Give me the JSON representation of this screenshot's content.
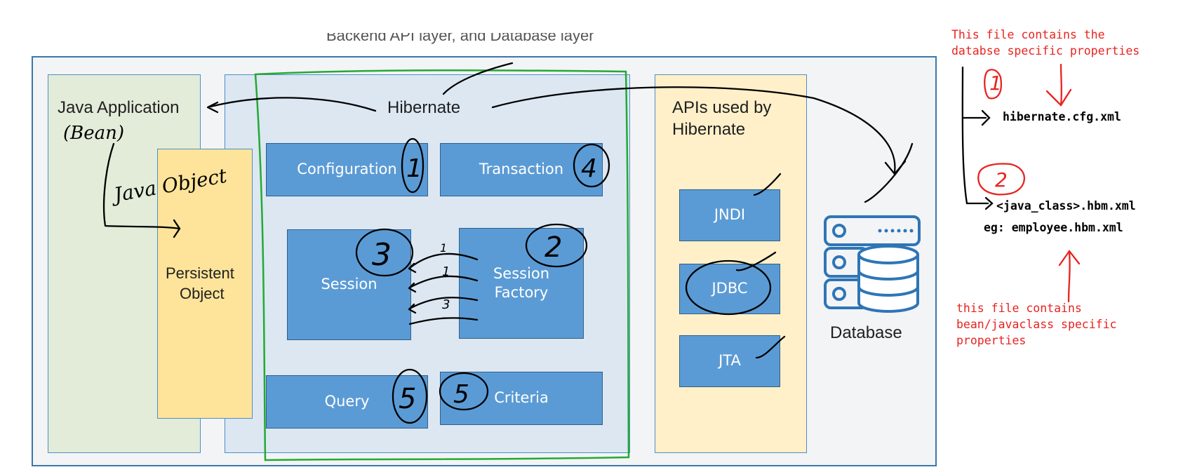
{
  "diagram": {
    "clipped_title": "Backend API layer, and Database layer",
    "java_app": {
      "title": "Java Application",
      "handwritten_bean": "(Bean)"
    },
    "persistent_object": {
      "label_line1": "Persistent",
      "label_line2": "Object",
      "handwritten_note": "Java Object"
    },
    "hibernate": {
      "title": "Hibernate",
      "components": {
        "configuration": "Configuration",
        "transaction": "Transaction",
        "session": "Session",
        "session_factory_line1": "Session",
        "session_factory_line2": "Factory",
        "query": "Query",
        "criteria": "Criteria"
      },
      "handwritten_numbers": {
        "configuration": "1",
        "session_factory": "2",
        "session": "3",
        "transaction": "4",
        "query": "5",
        "criteria": "5",
        "arrow_1": "1",
        "arrow_2": "1",
        "arrow_3": "3"
      }
    },
    "apis": {
      "title_line1": "APIs used by",
      "title_line2": "Hibernate",
      "items": [
        "JNDI",
        "JDBC",
        "JTA"
      ]
    },
    "database": {
      "label": "Database"
    }
  },
  "annotations": {
    "note1_line1": "This file contains the",
    "note1_line2": "databse specific properties",
    "number1": "1",
    "file1": "hibernate.cfg.xml",
    "number2": "2",
    "file2": "<java_class>.hbm.xml",
    "file2_example": "eg: employee.hbm.xml",
    "note2_line1": "this file contains",
    "note2_line2": "bean/javaclass specific",
    "note2_line3": "properties"
  },
  "colors": {
    "box_blue": "#5b9bd5",
    "hibernate_panel": "#dce7f2",
    "java_panel": "#e2ecd9",
    "api_panel": "#fff0c9",
    "persistent": "#fde49a",
    "annotation_red": "#e8231f",
    "green_outline": "#22aa33",
    "database_icon": "#2e75b6"
  }
}
